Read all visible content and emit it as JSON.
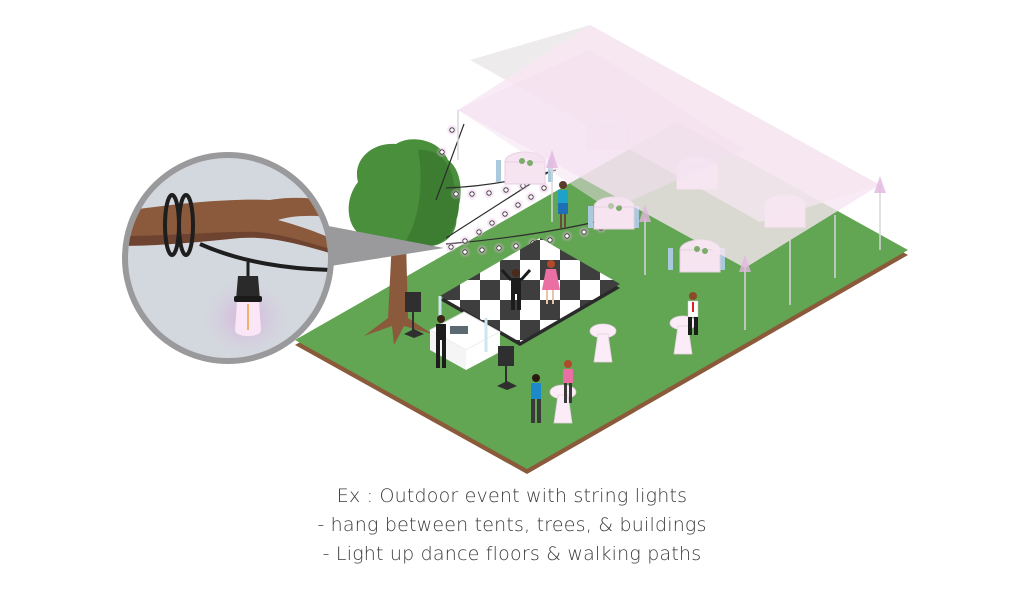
{
  "caption": {
    "line1": "Ex : Outdoor event with string lights",
    "line2": "- hang between tents, trees, & buildings",
    "line3": "- Light up dance floors & walking paths"
  },
  "illustration": {
    "subject": "outdoor event with string lights",
    "elements": [
      "lawn",
      "tree",
      "tent",
      "dance-floor",
      "dj-booth",
      "speakers",
      "string-lights",
      "guests",
      "cocktail-tables",
      "banquet-tables",
      "magnifier-inset"
    ],
    "magnifier": {
      "depicts": "string light bulb hanging from tree branch"
    }
  },
  "colors": {
    "lawn": "#62a552",
    "lawn_edge": "#8a5a3a",
    "tree_canopy": "#4a8f3c",
    "tree_canopy_shade": "#3d7d32",
    "trunk": "#8b5a3c",
    "tent": "#f5e4f2",
    "magnifier_ring": "#9a9a9c",
    "magnifier_bg": "#d3d8de",
    "dance_dark": "#3e3e3e",
    "dance_light": "#ffffff",
    "bulb_glow": "#e7b5e3"
  }
}
